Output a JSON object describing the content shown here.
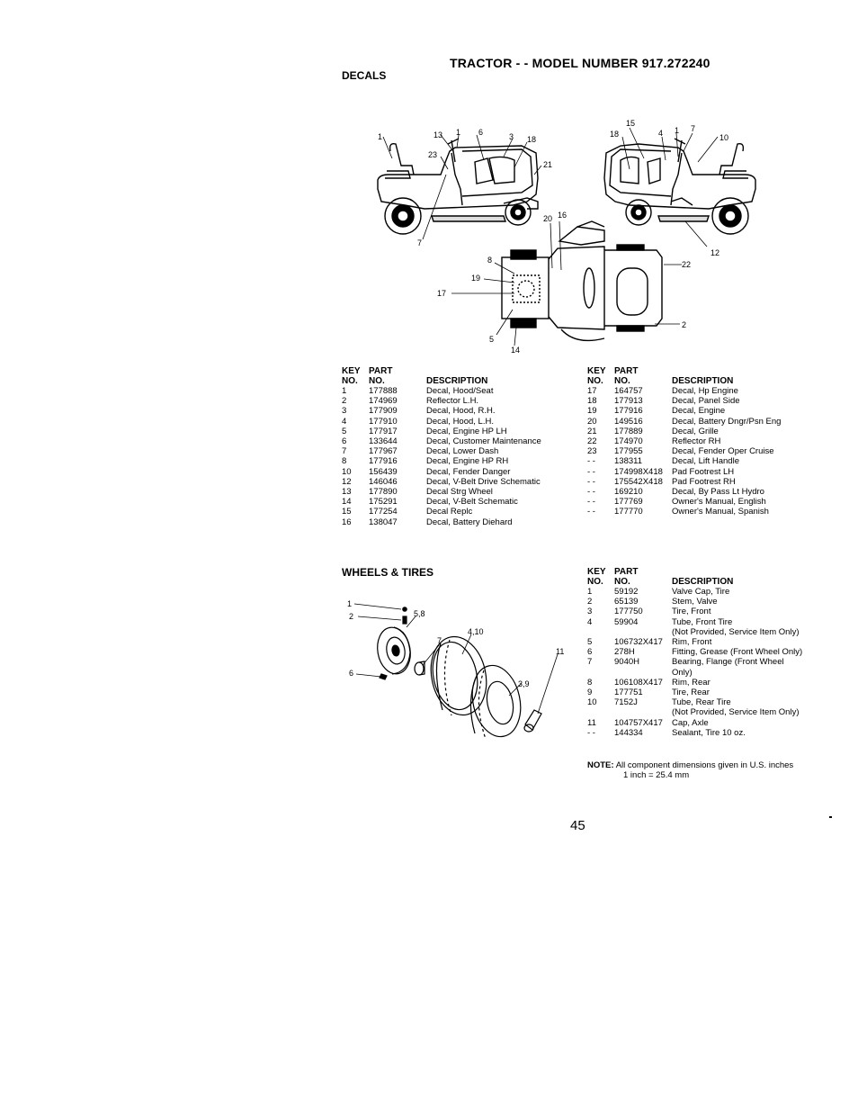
{
  "header": {
    "title": "TRACTOR - - MODEL NUMBER 917.272240"
  },
  "decals": {
    "section_label": "DECALS",
    "col_headers": {
      "key_top": "KEY",
      "part_top": "PART",
      "key": "NO.",
      "part": "NO.",
      "desc": "DESCRIPTION"
    },
    "left_rows": [
      {
        "key": "1",
        "part": "177888",
        "desc": "Decal, Hood/Seat"
      },
      {
        "key": "2",
        "part": "174969",
        "desc": "Reflector  L.H."
      },
      {
        "key": "3",
        "part": "177909",
        "desc": "Decal, Hood, R.H."
      },
      {
        "key": "4",
        "part": "177910",
        "desc": "Decal, Hood, L.H."
      },
      {
        "key": "5",
        "part": "177917",
        "desc": "Decal, Engine HP LH"
      },
      {
        "key": "6",
        "part": "133644",
        "desc": "Decal, Customer Maintenance"
      },
      {
        "key": "7",
        "part": "177967",
        "desc": "Decal, Lower Dash"
      },
      {
        "key": "8",
        "part": "177916",
        "desc": "Decal, Engine HP RH"
      },
      {
        "key": "10",
        "part": "156439",
        "desc": "Decal, Fender Danger"
      },
      {
        "key": "12",
        "part": "146046",
        "desc": "Decal, V-Belt Drive Schematic"
      },
      {
        "key": "13",
        "part": "177890",
        "desc": "Decal Strg Wheel"
      },
      {
        "key": "14",
        "part": "175291",
        "desc": "Decal, V-Belt Schematic"
      },
      {
        "key": "15",
        "part": "177254",
        "desc": "Decal Replc"
      },
      {
        "key": "16",
        "part": "138047",
        "desc": "Decal, Battery Diehard"
      }
    ],
    "right_rows": [
      {
        "key": "17",
        "part": "164757",
        "desc": "Decal, Hp Engine"
      },
      {
        "key": "18",
        "part": "177913",
        "desc": "Decal, Panel Side"
      },
      {
        "key": "19",
        "part": "177916",
        "desc": "Decal, Engine"
      },
      {
        "key": "20",
        "part": "149516",
        "desc": "Decal, Battery Dngr/Psn Eng"
      },
      {
        "key": "21",
        "part": "177889",
        "desc": "Decal, Grille"
      },
      {
        "key": "22",
        "part": "174970",
        "desc": "Reflector RH"
      },
      {
        "key": "23",
        "part": "177955",
        "desc": "Decal, Fender Oper Cruise"
      },
      {
        "key": "- -",
        "part": "138311",
        "desc": "Decal, Lift Handle"
      },
      {
        "key": "- -",
        "part": "174998X418",
        "desc": "Pad Footrest LH"
      },
      {
        "key": "- -",
        "part": "175542X418",
        "desc": "Pad Footrest RH"
      },
      {
        "key": "- -",
        "part": "169210",
        "desc": "Decal, By Pass Lt Hydro"
      },
      {
        "key": "- -",
        "part": "177769",
        "desc": "Owner's Manual, English"
      },
      {
        "key": "- -",
        "part": "177770",
        "desc": "Owner's Manual, Spanish"
      }
    ],
    "callouts": {
      "c1a": "1",
      "c13": "13",
      "c1b": "1",
      "c6": "6",
      "c3": "3",
      "c18a": "18",
      "c23": "23",
      "c21": "21",
      "c7": "7",
      "c15": "15",
      "c18b": "18",
      "c4": "4",
      "c1c": "1",
      "c7b": "7",
      "c10": "10",
      "c12": "12",
      "c20": "20",
      "c16": "16",
      "c8": "8",
      "c19": "19",
      "c17": "17",
      "c22": "22",
      "c2": "2",
      "c5": "5",
      "c14": "14"
    }
  },
  "wheels": {
    "section_label": "WHEELS & TIRES",
    "col_headers": {
      "key_top": "KEY",
      "part_top": "PART",
      "key": "NO.",
      "part": "NO.",
      "desc": "DESCRIPTION"
    },
    "rows": [
      {
        "key": "1",
        "part": "59192",
        "desc": "Valve Cap, Tire"
      },
      {
        "key": "2",
        "part": "65139",
        "desc": "Stem, Valve"
      },
      {
        "key": "3",
        "part": "177750",
        "desc": "Tire, Front"
      },
      {
        "key": "4",
        "part": "59904",
        "desc": "Tube, Front Tire"
      },
      {
        "key": "",
        "part": "",
        "desc": "(Not Provided, Service Item Only)"
      },
      {
        "key": "5",
        "part": "106732X417",
        "desc": "Rim, Front"
      },
      {
        "key": "6",
        "part": "278H",
        "desc": "Fitting, Grease (Front Wheel Only)"
      },
      {
        "key": "7",
        "part": "9040H",
        "desc": "Bearing, Flange (Front Wheel"
      },
      {
        "key": "",
        "part": "",
        "desc": "Only)"
      },
      {
        "key": "8",
        "part": "106108X417",
        "desc": "Rim, Rear"
      },
      {
        "key": "9",
        "part": "177751",
        "desc": "Tire, Rear"
      },
      {
        "key": "10",
        "part": "7152J",
        "desc": "Tube, Rear Tire"
      },
      {
        "key": "",
        "part": "",
        "desc": "(Not Provided, Service Item Only)"
      },
      {
        "key": "11",
        "part": "104757X417",
        "desc": "Cap, Axle"
      },
      {
        "key": "- -",
        "part": "144334",
        "desc": "Sealant, Tire 10 oz."
      }
    ],
    "note_label": "NOTE:",
    "note_line1": "All component dimensions given in U.S. inches",
    "note_line2": "1 inch = 25.4 mm",
    "callouts": {
      "c1": "1",
      "c2": "2",
      "c58": "5,8",
      "c410": "4,10",
      "c7": "7",
      "c39": "3,9",
      "c11": "11",
      "c6": "6"
    }
  },
  "footer": {
    "page_number": "45"
  }
}
